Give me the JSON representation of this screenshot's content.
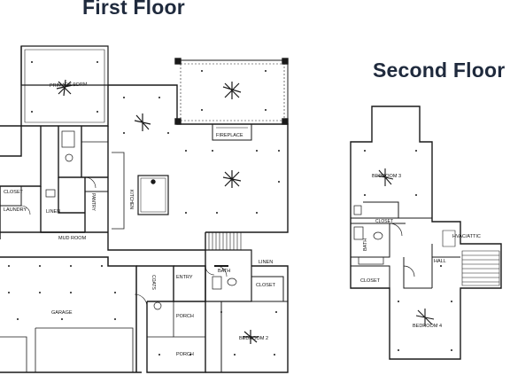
{
  "titles": {
    "first_floor": "First Floor",
    "second_floor": "Second Floor"
  },
  "first_floor": {
    "rooms": [
      {
        "id": "primary-bedroom",
        "label": "PRIMARY BDRM"
      },
      {
        "id": "fireplace",
        "label": "FIREPLACE"
      },
      {
        "id": "kitchen",
        "label": "KITCHEN"
      },
      {
        "id": "pantry",
        "label": "PANTRY"
      },
      {
        "id": "closet-left",
        "label": "CLOSET"
      },
      {
        "id": "linen",
        "label": "LINEN"
      },
      {
        "id": "laundry",
        "label": "LAUNDRY"
      },
      {
        "id": "mud-room",
        "label": "MUD ROOM"
      },
      {
        "id": "garage",
        "label": "GARAGE"
      },
      {
        "id": "coats",
        "label": "COATS"
      },
      {
        "id": "entry",
        "label": "ENTRY"
      },
      {
        "id": "bath",
        "label": "BATH"
      },
      {
        "id": "linen-2",
        "label": "LINEN"
      },
      {
        "id": "closet-right",
        "label": "CLOSET"
      },
      {
        "id": "porch-upper",
        "label": "PORCH"
      },
      {
        "id": "porch-lower",
        "label": "PORCH"
      },
      {
        "id": "bedroom-2",
        "label": "BEDROOM 2"
      }
    ]
  },
  "second_floor": {
    "rooms": [
      {
        "id": "bedroom-3",
        "label": "BEDROOM 3"
      },
      {
        "id": "closet-upper",
        "label": "CLOSET"
      },
      {
        "id": "bath-upper",
        "label": "BATH"
      },
      {
        "id": "hall",
        "label": "HALL"
      },
      {
        "id": "hvac-attic",
        "label": "HVAC/ATTIC"
      },
      {
        "id": "closet-lower",
        "label": "CLOSET"
      },
      {
        "id": "bedroom-4",
        "label": "BEDROOM 4"
      }
    ]
  },
  "colors": {
    "title": "#1f2a3d",
    "wall": "#1a1a1a",
    "fixture": "#333333"
  }
}
